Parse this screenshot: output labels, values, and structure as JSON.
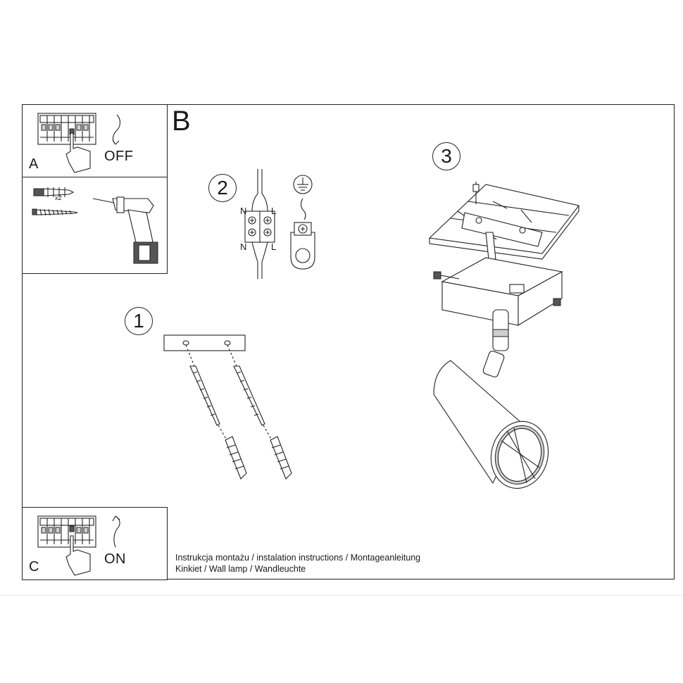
{
  "panels": {
    "a": {
      "letter": "A",
      "action": "OFF"
    },
    "b": {
      "letter": "B"
    },
    "c": {
      "letter": "C",
      "action": "ON"
    }
  },
  "tools": {
    "anchor_count": "x2"
  },
  "steps": {
    "one": "1",
    "two": "2",
    "three": "3"
  },
  "wiring": {
    "neutral": "N",
    "live": "L",
    "ground_icon": "ground-symbol-icon"
  },
  "footer": {
    "line1": "Instrukcja montażu / instalation instructions / Montageanleitung",
    "line2": "Kinkiet / Wall lamp / Wandleuchte"
  }
}
